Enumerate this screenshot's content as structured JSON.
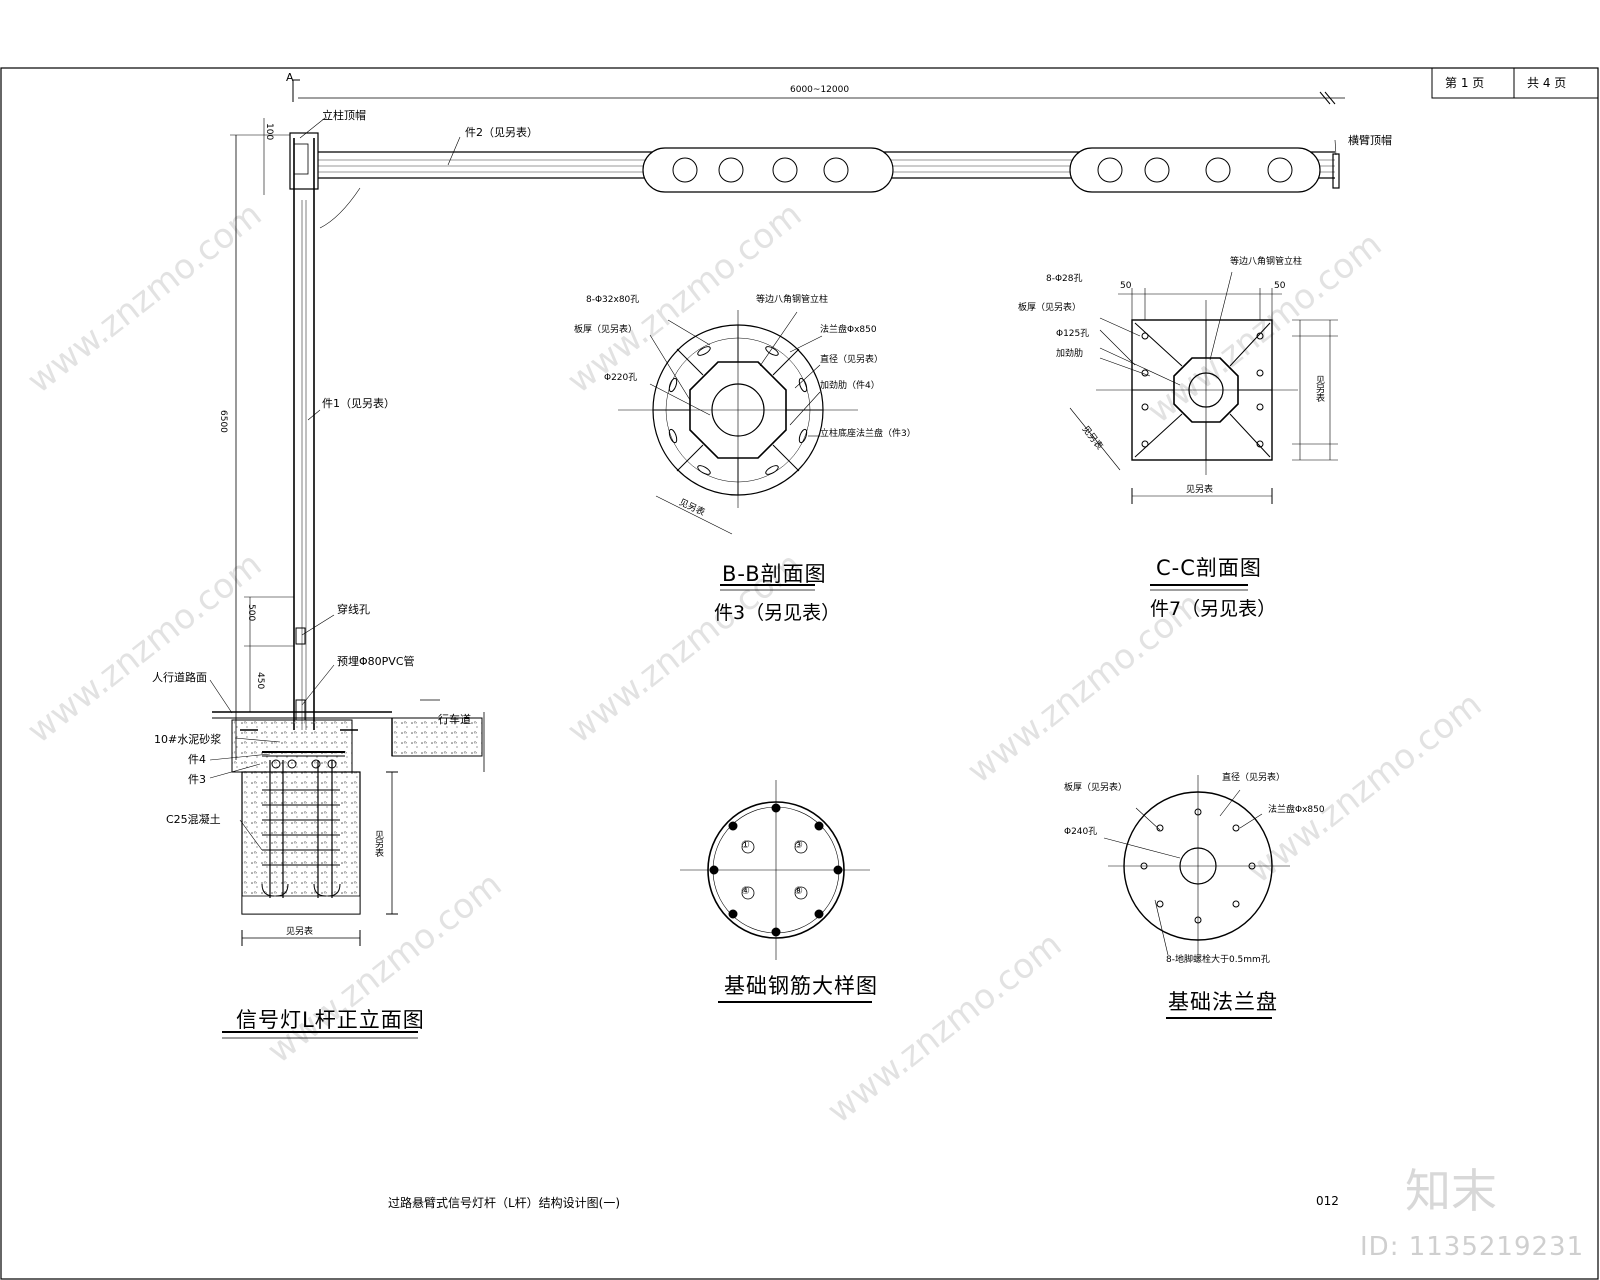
{
  "page_box": {
    "page_no": "第 1 页",
    "total": "共 4 页"
  },
  "drawing_title": "过路悬臂式信号灯杆（L杆）结构设计图(一)",
  "drawing_number": "012",
  "elevation": {
    "title": "信号灯L杆正立面图",
    "section_mark": "A",
    "span_dim": "6000~12000",
    "labels": {
      "pole_cap": "立柱顶帽",
      "arm": "件2（见另表）",
      "arm_cap": "横臂顶帽",
      "pole": "件1（见另表）",
      "wire_hole": "穿线孔",
      "conduit": "预埋Φ80PVC管",
      "sidewalk": "人行道路面",
      "roadway": "行车道",
      "mortar": "10#水泥砂浆",
      "part4": "件4",
      "part3": "件3",
      "concrete": "C25混凝土",
      "see_table": "见另表"
    },
    "dims": {
      "height": "6500",
      "h_wire": "500",
      "h_450": "450",
      "cap_gap": "100"
    }
  },
  "bb_section": {
    "title": "B-B剖面图",
    "subtitle": "件3（另见表）",
    "labels": {
      "holes": "8-Φ32x80孔",
      "octagon": "等边八角钢管立柱",
      "thick": "板厚（见另表）",
      "flange": "法兰盘Φx850",
      "bore": "Φ220孔",
      "dia": "直径（见另表）",
      "rib": "加劲肋（件4）",
      "base": "立柱底座法兰盘（件3）",
      "see": "见另表"
    }
  },
  "cc_section": {
    "title": "C-C剖面图",
    "subtitle": "件7（另见表）",
    "labels": {
      "holes": "8-Φ28孔",
      "octagon": "等边八角钢管立柱",
      "thick": "板厚（见另表）",
      "bore": "Φ125孔",
      "rib": "加劲肋",
      "d50a": "50",
      "d50b": "50",
      "see": "见另表"
    }
  },
  "rebar": {
    "title": "基础钢筋大样图",
    "nums": [
      "①",
      "③",
      "④",
      "⑧"
    ]
  },
  "flange_plate": {
    "title": "基础法兰盘",
    "labels": {
      "thick": "板厚（见另表）",
      "dia": "直径（见另表）",
      "flange": "法兰盘Φx850",
      "bore": "Φ240孔",
      "holes": "8-地脚螺栓大于0.5mm孔"
    }
  },
  "watermark": {
    "site": "www.znzmo.com",
    "brand": "知末",
    "id": "ID: 1135219231"
  }
}
